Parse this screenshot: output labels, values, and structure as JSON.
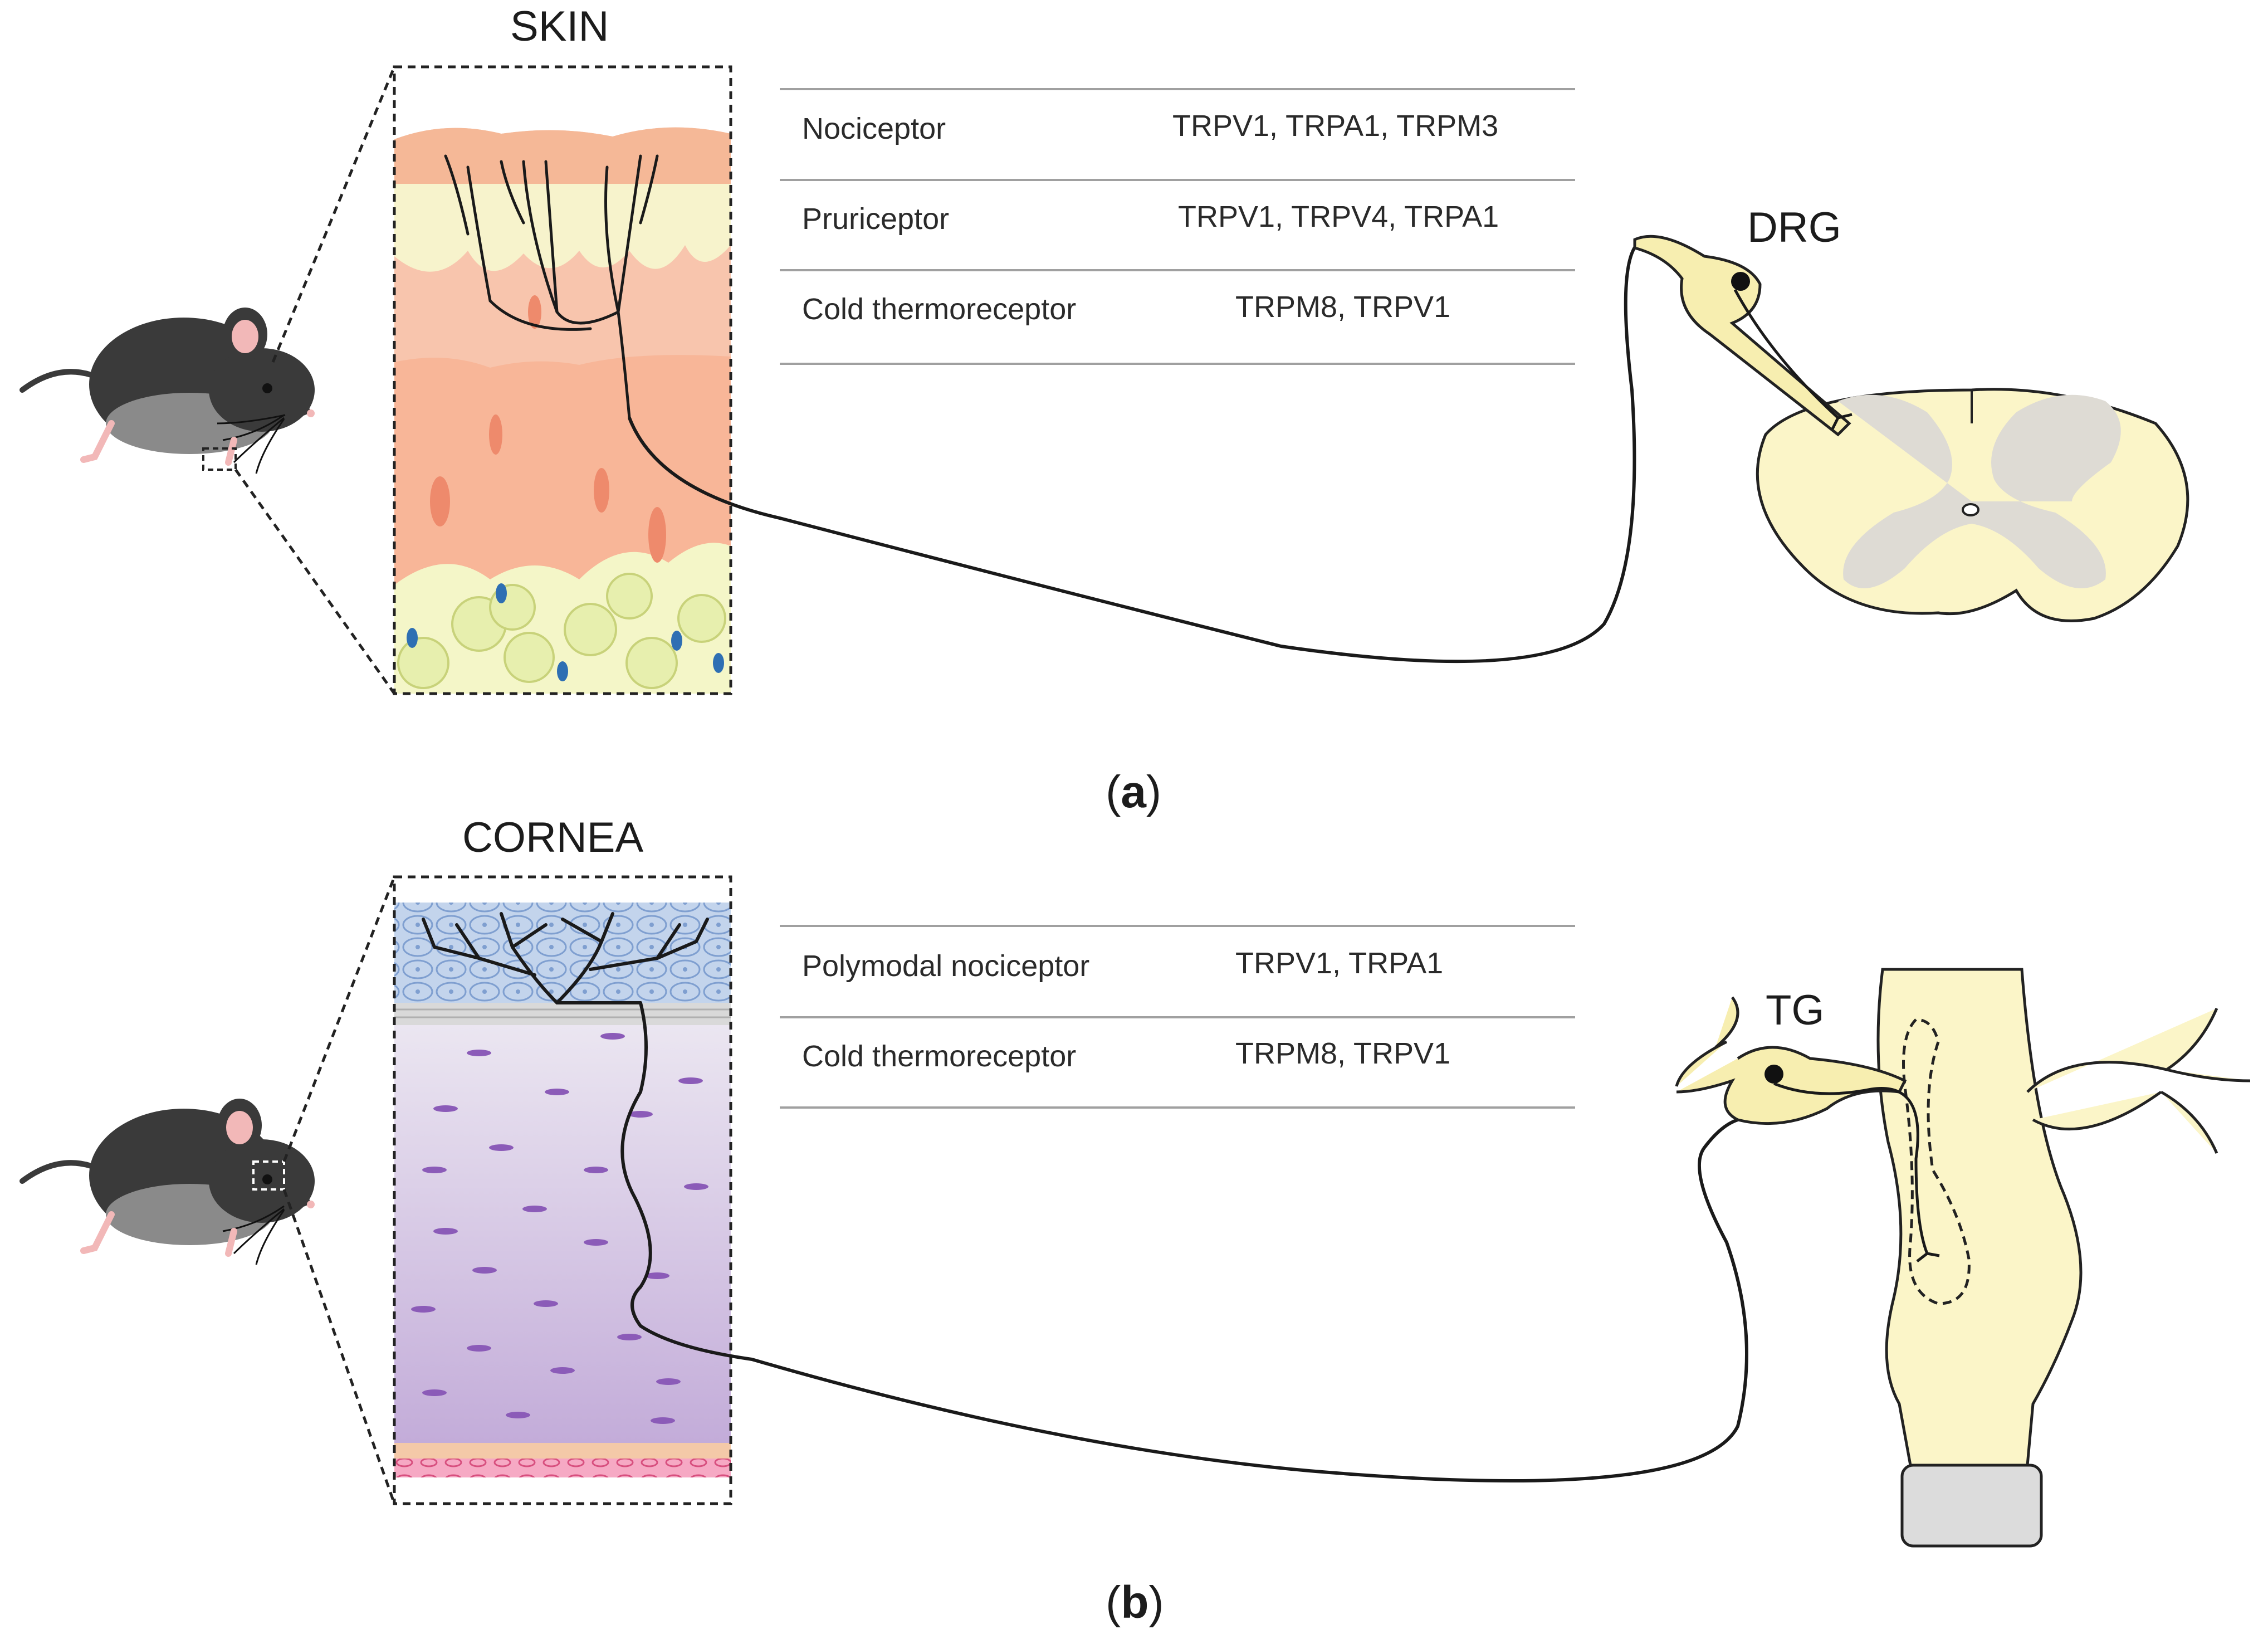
{
  "panel_a": {
    "tissue_title": "SKIN",
    "ganglion_label": "DRG",
    "panel_label": {
      "open": "(",
      "letter": "a",
      "close": ")"
    },
    "table": [
      {
        "neuron": "Nociceptor",
        "channels": "TRPV1, TRPA1, TRPM3"
      },
      {
        "neuron": "Pruriceptor",
        "channels": "TRPV1, TRPV4, TRPA1"
      },
      {
        "neuron": "Cold thermoreceptor",
        "channels": "TRPM8, TRPV1"
      }
    ]
  },
  "panel_b": {
    "tissue_title": "CORNEA",
    "ganglion_label": "TG",
    "panel_label": {
      "open": "(",
      "letter": "b",
      "close": ")"
    },
    "table": [
      {
        "neuron": "Polymodal nociceptor",
        "channels": "TRPV1, TRPA1"
      },
      {
        "neuron": "Cold thermoreceptor",
        "channels": "TRPM8, TRPV1"
      }
    ]
  },
  "colors": {
    "mouse_body": "#3a3a3a",
    "mouse_belly": "#8a8a8a",
    "mouse_pink": "#f2b8b8",
    "epidermis": "#f6c9a8",
    "dermis": "#f8c5ad",
    "fat": "#eef2b8",
    "cornea_epithelium": "#b9cde8",
    "cornea_stroma": "#c9b6dc",
    "endothelium": "#f39ab8",
    "spinal_white": "#fbf5c8",
    "spinal_grey": "#dedbd4",
    "nerve": "#1a1a1a"
  }
}
